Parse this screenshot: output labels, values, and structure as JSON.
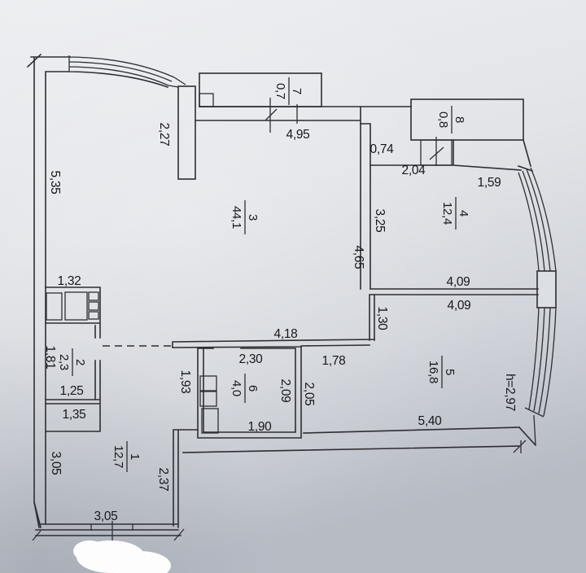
{
  "document_type": "apartment floor plan",
  "rooms": [
    {
      "number": "1",
      "area": "12,7"
    },
    {
      "number": "2",
      "area": "2,3"
    },
    {
      "number": "3",
      "area": "44,1"
    },
    {
      "number": "4",
      "area": "12,4"
    },
    {
      "number": "5",
      "area": "16,8"
    },
    {
      "number": "6",
      "area": "4,0"
    },
    {
      "number": "7",
      "area": "0,7"
    },
    {
      "number": "8",
      "area": "0,8"
    }
  ],
  "dims": {
    "left_wall": "5,35",
    "entry_wall": "2,27",
    "top_wall": "4,95",
    "top_step": "0,74",
    "room8_bottom": "2,04",
    "balcony4_top": "1,59",
    "room4_left": "3,25",
    "room3_right": "4,65",
    "room4_width": "4,09",
    "room5_width": "4,09",
    "room5_left": "1,30",
    "room5_notch_top": "1,78",
    "kitchen_top": "1,32",
    "room2_left": "1,81",
    "room2_bottom": "1,25",
    "niche_bottom": "1,35",
    "hall_top": "4,18",
    "room6_top": "2,30",
    "hall_left": "1,93",
    "room6_right": "2,09",
    "room5_notch_left": "2,05",
    "room6_bottom": "1,90",
    "room5_bottom": "5,40",
    "room1_left": "3,05",
    "room1_right": "2,37",
    "room1_bottom": "3,05",
    "ceiling_height": "h=2,97"
  },
  "colors": {
    "line": "#2e2e33",
    "text": "#17171b",
    "paper_light": "#edeef1",
    "paper_mid": "#dcdfe3",
    "paper_dark": "#b6bbc4",
    "blob": "#fdfdfd"
  }
}
